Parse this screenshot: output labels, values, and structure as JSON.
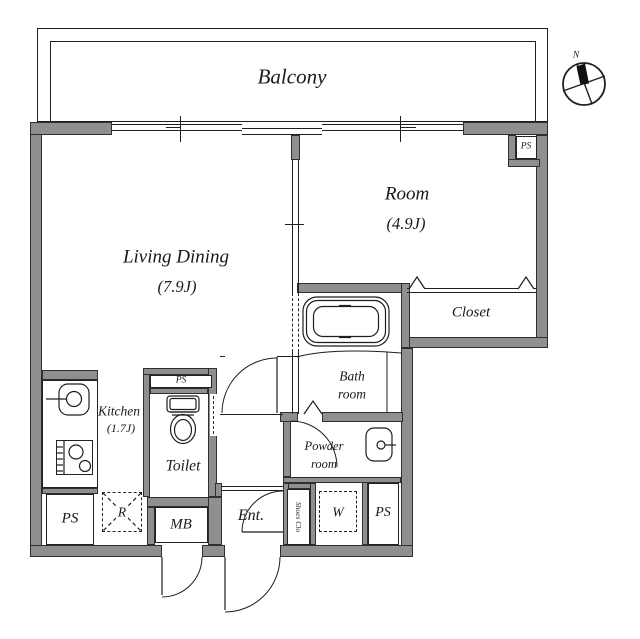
{
  "plan": {
    "balcony": {
      "label": "Balcony"
    },
    "living_dining": {
      "label": "Living Dining",
      "size": "(7.9J)"
    },
    "room": {
      "label": "Room",
      "size": "(4.9J)"
    },
    "closet": {
      "label": "Closet"
    },
    "bath_room": {
      "line1": "Bath",
      "line2": "room"
    },
    "powder_room": {
      "line1": "Powder",
      "line2": "room"
    },
    "kitchen": {
      "label": "Kitchen",
      "size": "(1.7J)"
    },
    "toilet": {
      "label": "Toilet"
    },
    "entrance": {
      "label": "Ent."
    },
    "shoes_closet": {
      "label": "Shoes Clo"
    },
    "meter_box": {
      "label": "MB"
    },
    "washer_space": {
      "label": "W"
    },
    "refrigerator_space": {
      "label": "R"
    },
    "pipe_space_top_right": {
      "label": "PS"
    },
    "pipe_space_toilet": {
      "label": "PS"
    },
    "pipe_space_bottom_left": {
      "label": "PS"
    },
    "pipe_space_bottom_right": {
      "label": "PS"
    },
    "compass": {
      "label": "N"
    },
    "colors": {
      "wall": "#8f8f8f",
      "line": "#1f1f1f",
      "background": "#ffffff"
    }
  }
}
